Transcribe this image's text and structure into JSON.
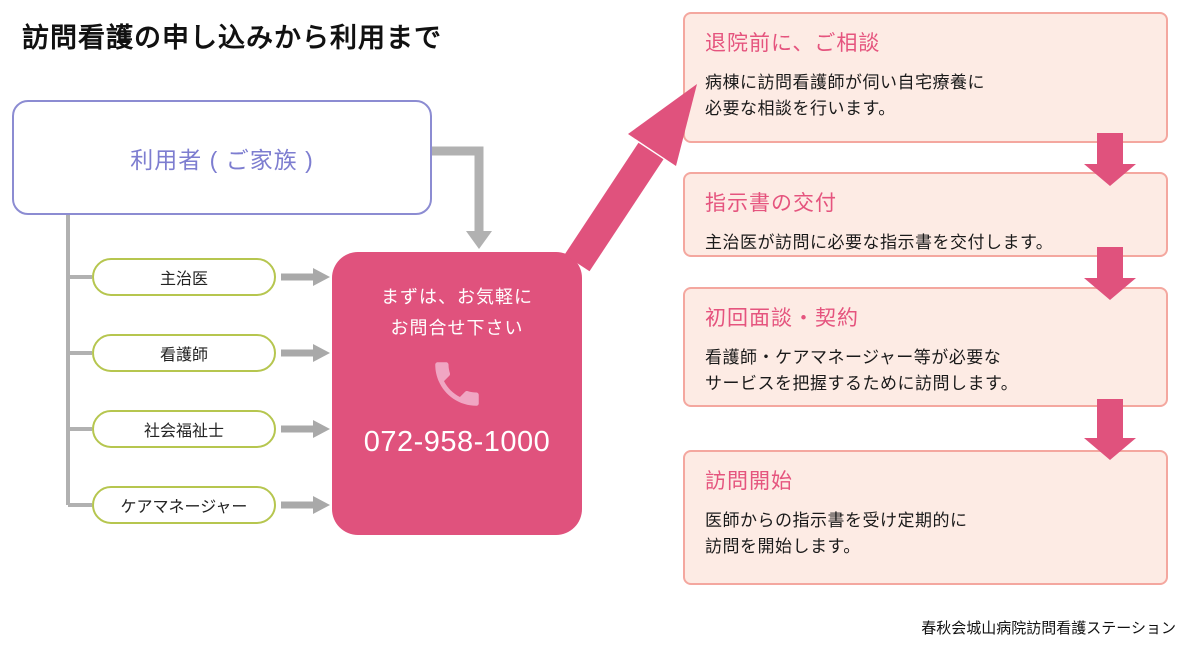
{
  "page": {
    "title": "訪問看護の申し込みから利用まで",
    "footer": "春秋会城山病院訪問看護ステーション"
  },
  "flow": {
    "user_box_label": "利用者 ( ご家族 )",
    "referrers": [
      {
        "label": "主治医"
      },
      {
        "label": "看護師"
      },
      {
        "label": "社会福祉士"
      },
      {
        "label": "ケアマネージャー"
      }
    ],
    "contact_box": {
      "message_line1": "まずは、お気軽に",
      "message_line2": "お問合せ下さい",
      "phone_number": "072-958-1000"
    }
  },
  "steps": [
    {
      "title": "退院前に、ご相談",
      "body": "病棟に訪問看護師が伺い自宅療養に\n必要な相談を行います。"
    },
    {
      "title": "指示書の交付",
      "body": "主治医が訪問に必要な指示書を交付します。"
    },
    {
      "title": "初回面談・契約",
      "body": "看護師・ケアマネージャー等が必要な\nサービスを把握するために訪問します。"
    },
    {
      "title": "訪問開始",
      "body": "医師からの指示書を受け定期的に\n訪問を開始します。"
    }
  ],
  "icons": {
    "phone_icon": "phone-handset"
  },
  "colors": {
    "accent_pink": "#e0527d",
    "phone_icon_pink": "#f0a6c3",
    "step_fill": "#fdebe4",
    "step_border": "#f4a79f",
    "user_purple_border": "#8c8cd2",
    "user_purple_text": "#7d7dd0",
    "pill_green_border": "#b6c64f",
    "connector_gray": "#b1b1b1"
  }
}
